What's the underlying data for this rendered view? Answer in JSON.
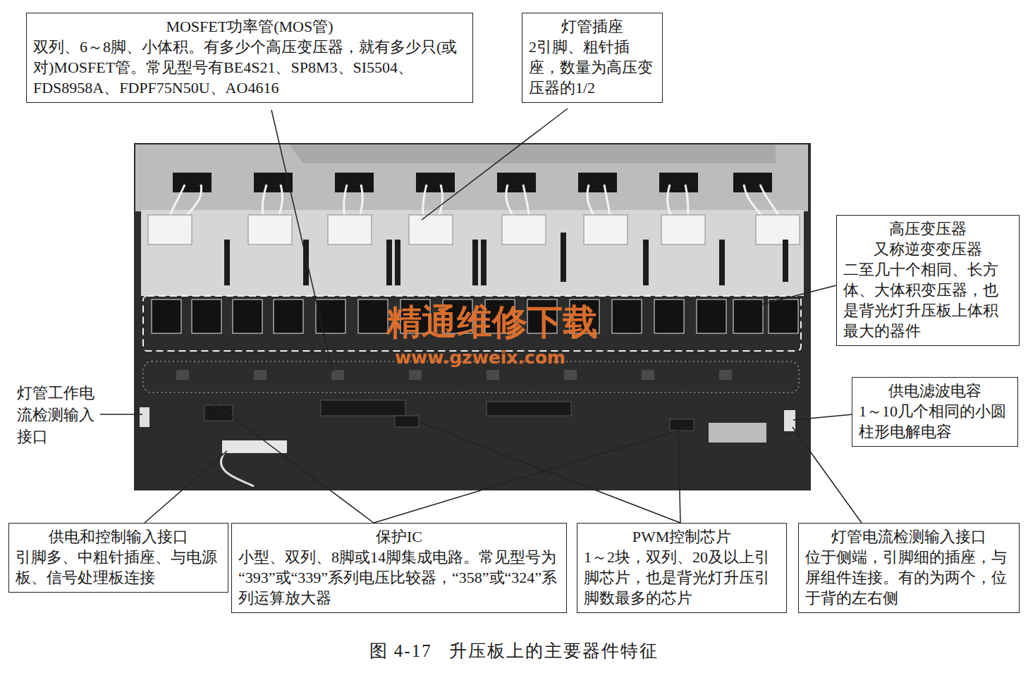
{
  "diagram": {
    "caption": "图 4-17   升压板上的主要器件特征",
    "nodes": [
      {
        "text": [
          "MOSFET功率管(MOS管)",
          "双列、6～8脚、小体积。有多少个高压变压器， 就有多少只(或对)MOSFET管。常见型号有BE4S21、 SP8M3、SI5504、FDS8958A、FDPF75N50U、AO4616"
        ]
      },
      {
        "text": [
          "灯管插座",
          "2引脚、粗针插 座，数量为高压 变压器的1/2"
        ]
      },
      {
        "text": [
          "高压变压器",
          "又称逆变变压器",
          "二至几十个相同、长 方体、大体积变压器， 也是背光灯升压板上 体积最大的器件"
        ]
      },
      {
        "text": [
          "供电滤波电容",
          "1～10几个相同的 小圆柱形电解电容"
        ]
      },
      {
        "text": [
          "供电和控制输入接口",
          "引脚多、中粗针插座、与 电源板、信号处理板连接"
        ]
      },
      {
        "text": [
          "保护IC",
          "小型、双列、8脚或14脚集成电路。常见 型号为 “393” 或 “339” 系列电压比较 器， “358” 或 “324” 系列运算放大器"
        ]
      },
      {
        "text": [
          "PWM控制芯片",
          "1～2块，双列、20及以上 引脚芯片，也是背光灯升 压引脚数最多的芯片"
        ]
      },
      {
        "text": [
          "灯管电流检测输入接口",
          "位于侧端，引脚细的插座， 与屏组件连接。有的为两 个，位于背的左右侧"
        ]
      }
    ],
    "labels": [
      "灯管工作 电流检测 输入接口",
      "精通维修下载",
      "www.gzweix.com"
    ]
  }
}
